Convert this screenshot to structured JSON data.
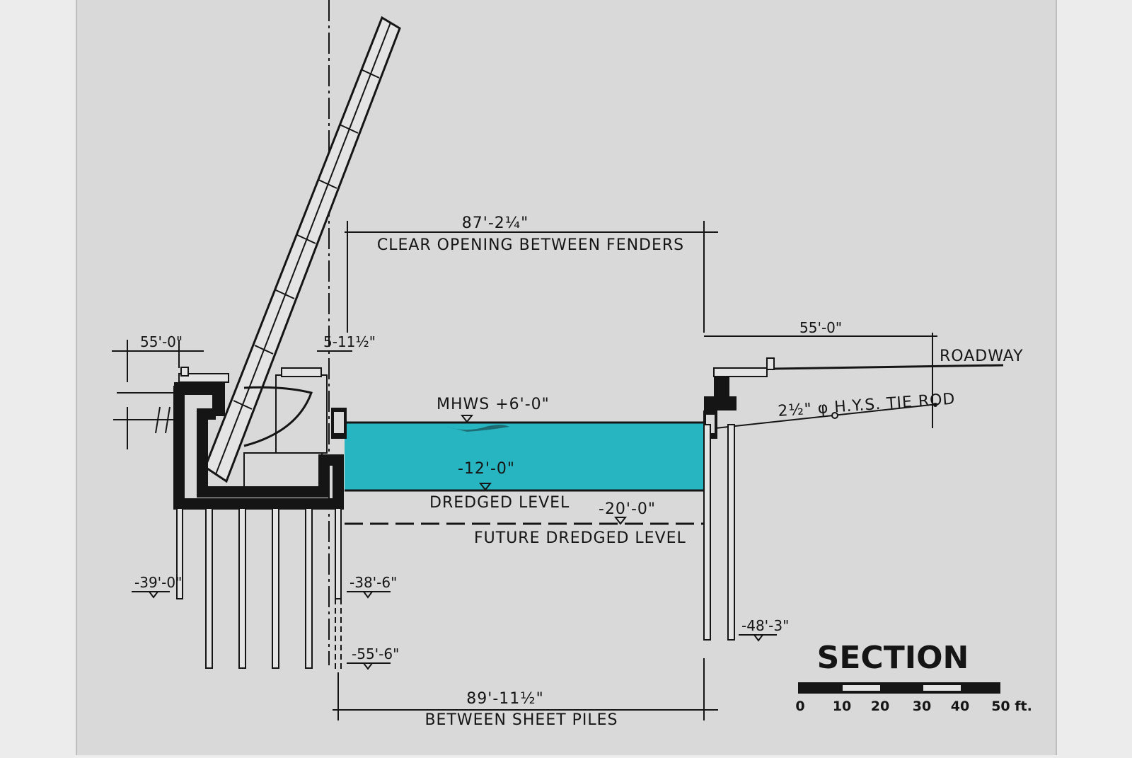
{
  "drawing": {
    "title": "SECTION",
    "colors": {
      "paper": "#d8d8d8",
      "water": "#27b5c2",
      "ink": "#151515"
    }
  },
  "labels": {
    "clear_opening_dim": "87'-2¼\"",
    "clear_opening_text": "CLEAR OPENING BETWEEN FENDERS",
    "left_width_dim": "55'-0\"",
    "fender_offset_dim": "5-11½\"",
    "right_width_dim": "55'-0\"",
    "roadway": "ROADWAY",
    "mhws": "MHWS +6'-0\"",
    "tie_rod": "2½\" φ  H.Y.S.  TIE ROD",
    "dredged_elev": "-12'-0\"",
    "dredged_text": "DREDGED LEVEL",
    "future_elev": "-20'-0\"",
    "future_text": "FUTURE DREDGED LEVEL",
    "left_pile_elev": "-39'-0\"",
    "mid_pile_elev": "-38'-6\"",
    "sheet_pile_elev": "-55'-6\"",
    "right_pile_elev": "-48'-3\"",
    "sheet_piles_dim": "89'-11½\"",
    "sheet_piles_text": "BETWEEN SHEET PILES"
  },
  "scale_bar": {
    "ticks": [
      "0",
      "10",
      "20",
      "30",
      "40",
      "50 ft."
    ]
  }
}
